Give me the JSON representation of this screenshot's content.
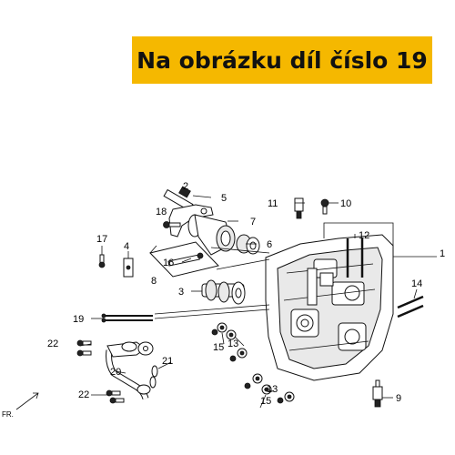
{
  "banner": {
    "text": "Na obrázku díl číslo 19",
    "color": "#f5b800"
  },
  "direction_label": "FR.",
  "callouts": {
    "c1": "1",
    "c2": "2",
    "c3": "3",
    "c4": "4",
    "c5": "5",
    "c6": "6",
    "c7": "7",
    "c8": "8",
    "c9": "9",
    "c10": "10",
    "c11": "11",
    "c12": "12",
    "c13a": "13",
    "c13b": "13",
    "c14": "14",
    "c15a": "15",
    "c15b": "15",
    "c16": "16",
    "c17": "17",
    "c18": "18",
    "c19": "19",
    "c20": "20",
    "c21": "21",
    "c22a": "22",
    "c22b": "22"
  }
}
